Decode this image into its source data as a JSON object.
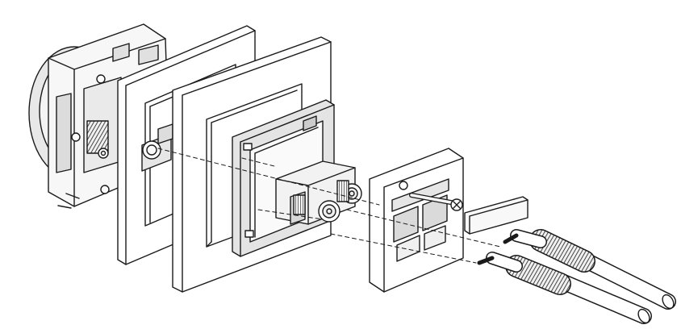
{
  "diagram": {
    "type": "exploded-assembly-line-drawing",
    "colors": {
      "stroke": "#1a1a1a",
      "face_light": "#f1f1f1",
      "face_mid": "#d9d9d9",
      "face_dark": "#b8b8b8",
      "background": "#ffffff"
    },
    "parts": [
      "mounting-box",
      "support-frame",
      "outer-cover-frame",
      "inner-adapter-frame",
      "rca-socket-module",
      "socket-cover-plate",
      "fixing-screw",
      "label-insert",
      "rca-plug-left",
      "rca-plug-right"
    ]
  }
}
